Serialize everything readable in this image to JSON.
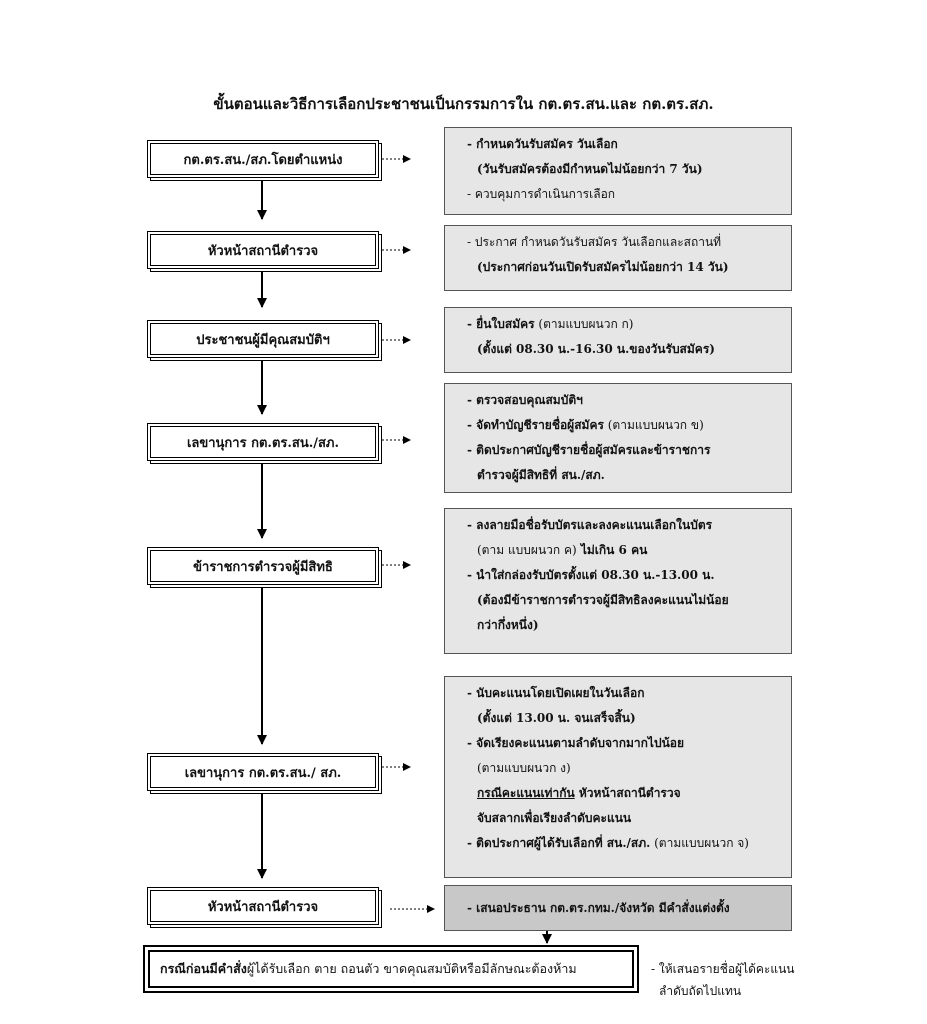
{
  "title": "ขั้นตอนและวิธีการเลือกประชาชนเป็นกรรมการใน กต.ตร.สน.และ กต.ตร.สภ.",
  "steps": [
    {
      "label": "กต.ตร.สน./สภ.โดยตำแหน่ง"
    },
    {
      "label": "หัวหน้าสถานีตำรวจ"
    },
    {
      "label": "ประชาชนผู้มีคุณสมบัติฯ"
    },
    {
      "label": "เลขานุการ กต.ตร.สน./สภ."
    },
    {
      "label": "ข้าราชการตำรวจผู้มีสิทธิ"
    },
    {
      "label": "เลขานุการ กต.ตร.สน./ สภ."
    },
    {
      "label": "หัวหน้าสถานีตำรวจ"
    }
  ],
  "notes": {
    "n1": {
      "l1": "-  กำหนดวันรับสมัคร วันเลือก",
      "l2": "(วันรับสมัครต้องมีกำหนดไม่น้อยกว่า 7 วัน)",
      "l3": "-  ควบคุมการดำเนินการเลือก"
    },
    "n2": {
      "l1": "-  ประกาศ กำหนดวันรับสมัคร วันเลือกและสถานที่",
      "l2": "(ประกาศก่อนวันเปิดรับสมัครไม่น้อยกว่า 14 วัน)"
    },
    "n3": {
      "l1a": "-  ยื่นใบสมัคร",
      "l1b": " (ตามแบบผนวก ก)",
      "l2": "(ตั้งแต่ 08.30 น.-16.30 น.ของวันรับสมัคร)"
    },
    "n4": {
      "l1": "-  ตรวจสอบคุณสมบัติฯ",
      "l2a": "-  จัดทำบัญชีรายชื่อผู้สมัคร",
      "l2b": " (ตามแบบผนวก ข)",
      "l3": "-  ติดประกาศบัญชีรายชื่อผู้สมัครและข้าราชการ",
      "l4": "ตำรวจผู้มีสิทธิที่ สน./สภ."
    },
    "n5": {
      "l1": "-  ลงลายมือชื่อรับบัตรและลงคะแนนเลือกในบัตร",
      "l2a": "(ตาม แบบผนวก ค)",
      "l2b": "  ไม่เกิน 6  คน",
      "l3": "-  นำใส่กล่องรับบัตรตั้งแต่ 08.30 น.-13.00 น.",
      "l4": "(ต้องมีข้าราชการตำรวจผู้มีสิทธิลงคะแนนไม่น้อย",
      "l5": "กว่ากึ่งหนึ่ง)"
    },
    "n6": {
      "l1": "-  นับคะแนนโดยเปิดเผยในวันเลือก",
      "l2": "(ตั้งแต่ 13.00 น. จนเสร็จสิ้น)",
      "l3": "-  จัดเรียงคะแนนตามลำดับจากมากไปน้อย",
      "l4": "(ตามแบบผนวก ง)",
      "l5a": "กรณีคะแนนเท่ากัน",
      "l5b": "   หัวหน้าสถานีตำรวจ",
      "l6": "จับสลากเพื่อเรียงลำดับคะแนน",
      "l7a": "-  ติดประกาศผู้ได้รับเลือกที่ สน./สภ.",
      "l7b": " (ตามแบบผนวก จ)"
    },
    "n7": {
      "l1": "-  เสนอประธาน กต.ตร.กทม./จังหวัด มีคำสั่งแต่งตั้ง"
    }
  },
  "final": {
    "bold": "กรณีก่อนมีคำสั่ง",
    "text": "  ผู้ได้รับเลือก  ตาย  ถอนตัว  ขาดคุณสมบัติหรือมีลักษณะต้องห้าม"
  },
  "side_note": {
    "l1": "- ให้เสนอรายชื่อผู้ได้คะแนน",
    "l2": "ลำดับถัดไปแทน"
  },
  "colors": {
    "note_bg": "#e6e6e6",
    "note_dark_bg": "#c8c8c8",
    "line": "#000000"
  }
}
